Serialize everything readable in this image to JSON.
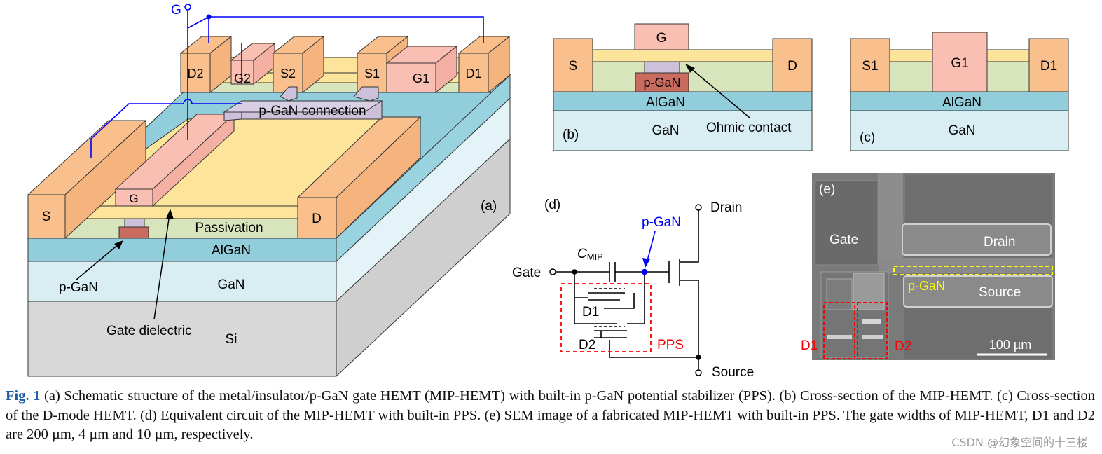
{
  "panel_a": {
    "panel_label": "(a)",
    "label_g": "G",
    "label_s": "S",
    "label_d": "D",
    "label_gate_top": "G",
    "label_d2": "D2",
    "label_g2": "G2",
    "label_s2": "S2",
    "label_s1": "S1",
    "label_g1": "G1",
    "label_d1": "D1",
    "pgan_connection": "p-GaN connection",
    "passivation": "Passivation",
    "algan": "AlGaN",
    "gan": "GaN",
    "si": "Si",
    "pgan_note": "p-GaN",
    "gate_dielectric_note": "Gate dielectric"
  },
  "panel_b": {
    "panel_label": "(b)",
    "g": "G",
    "s": "S",
    "d": "D",
    "pgan": "p-GaN",
    "algan": "AlGaN",
    "gan": "GaN",
    "ohmic": "Ohmic contact"
  },
  "panel_c": {
    "panel_label": "(c)",
    "s1": "S1",
    "g1": "G1",
    "d1": "D1",
    "algan": "AlGaN",
    "gan": "GaN"
  },
  "panel_d": {
    "panel_label": "(d)",
    "drain": "Drain",
    "source": "Source",
    "gate": "Gate",
    "pgan": "p-GaN",
    "cmip_c": "C",
    "cmip_sub": "MIP",
    "d1": "D1",
    "d2": "D2",
    "pps": "PPS"
  },
  "panel_e": {
    "panel_label": "(e)",
    "gate": "Gate",
    "drain": "Drain",
    "pgan": "p-GaN",
    "source": "Source",
    "d1": "D1",
    "d2": "D2",
    "scale": "100 µm"
  },
  "caption": {
    "label": "Fig. 1",
    "text": " (a) Schematic structure of the metal/insulator/p-GaN gate HEMT (MIP-HEMT) with built-in p-GaN potential stabilizer (PPS). (b) Cross-section of the MIP-HEMT. (c) Cross-section of the D-mode HEMT. (d) Equivalent circuit of the MIP-HEMT with built-in PPS. (e) SEM image of a fabricated MIP-HEMT with built-in PPS. The gate widths of MIP-HEMT, D1 and D2 are 200 µm, 4 µm and 10 µm, respectively."
  },
  "watermark": "CSDN @幻象空间的十三楼",
  "colors": {
    "metal": "#f9c08e",
    "gate_metal": "#f9bfb3",
    "passivation": "#d7e4bc",
    "dielectric": "#fde49b",
    "algan": "#92cddc",
    "gan": "#d9eef3",
    "si": "#d8d8d8",
    "pgan": "#c96b5e",
    "ohmic": "#ccc0da",
    "wire": "#0000ff",
    "pps": "#ff0000",
    "pgan_box": "#ffff00"
  }
}
